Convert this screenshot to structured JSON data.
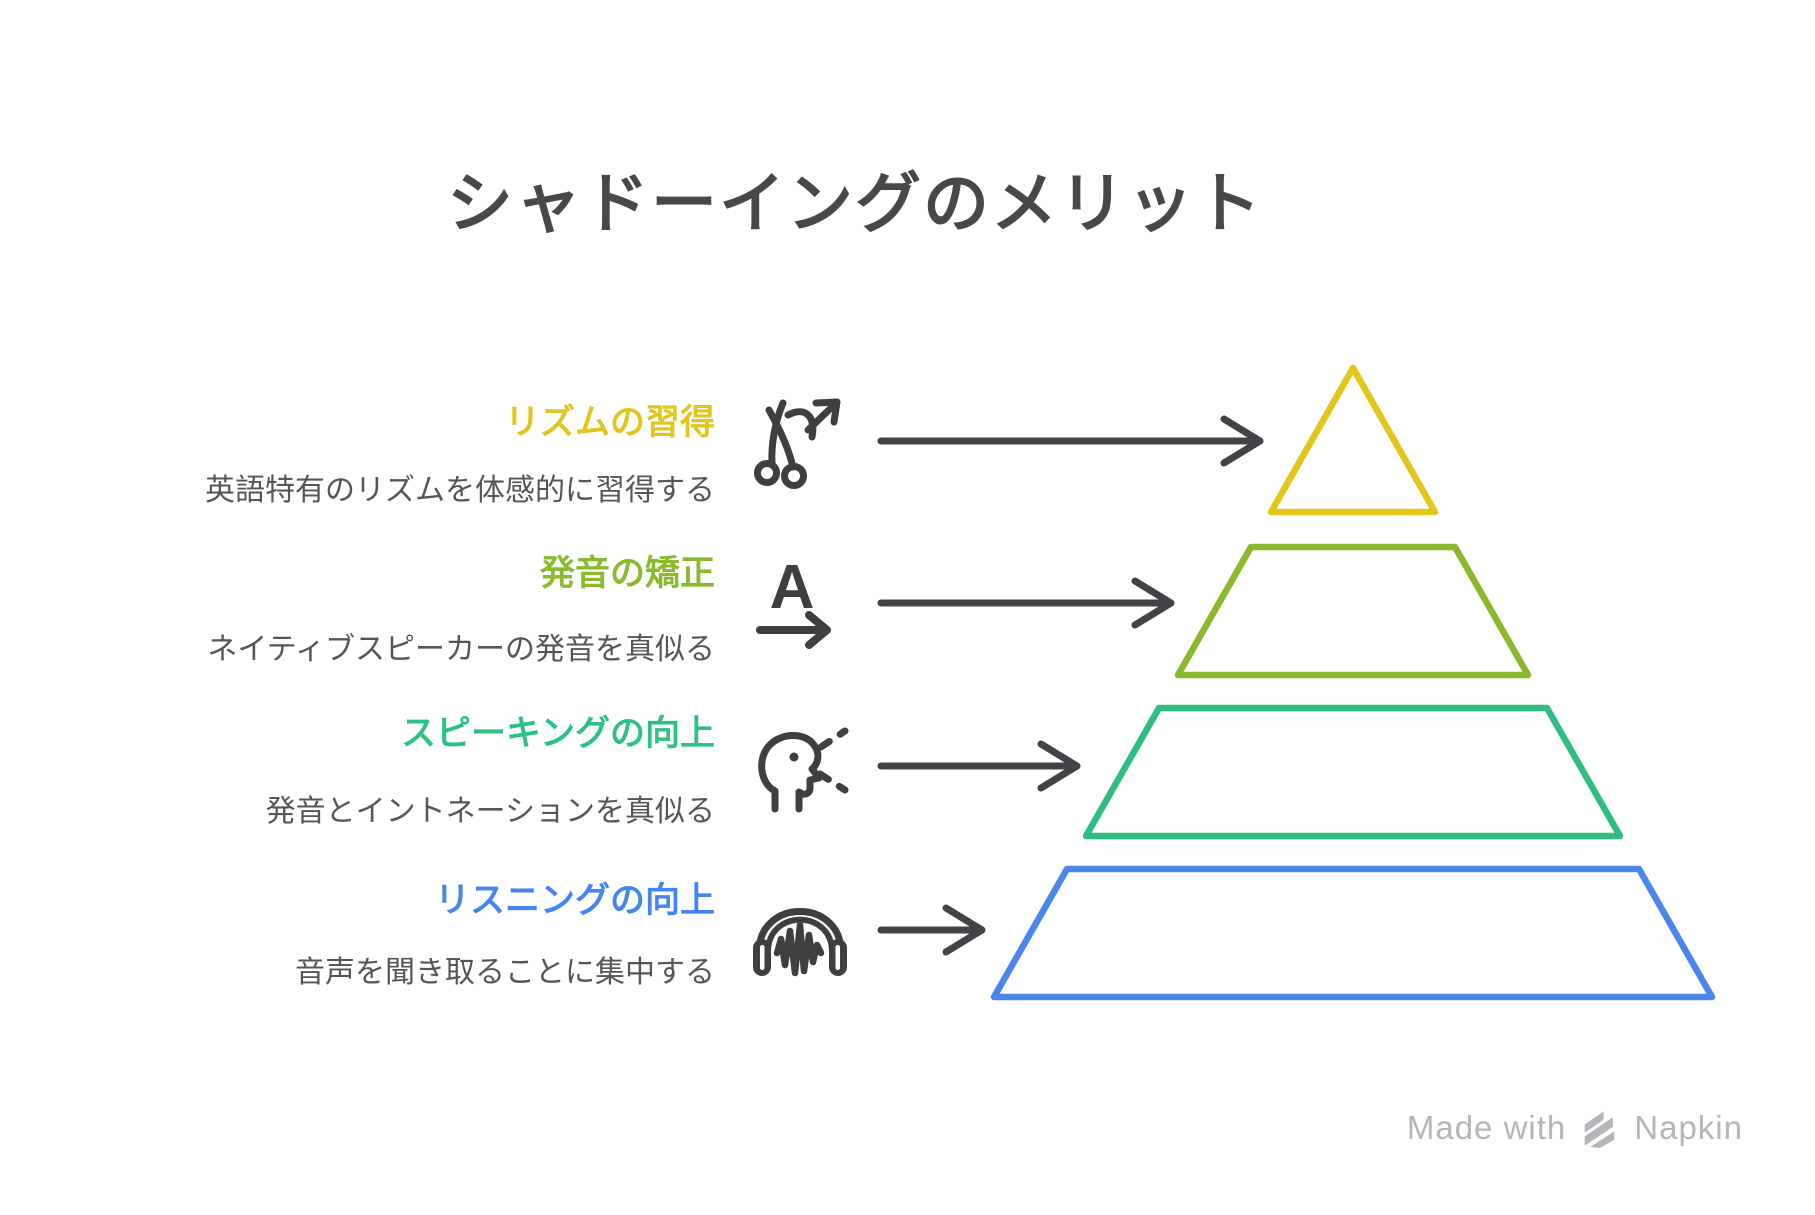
{
  "title": {
    "text": "シャドーイングのメリット",
    "color": "#48484b"
  },
  "rows": [
    {
      "label": "リズムの習得",
      "description": "英語特有のリズムを体感的に習得する",
      "label_color": "#e2c51e",
      "icon": "scissors-branch-arrow-icon"
    },
    {
      "label": "発音の矯正",
      "description": "ネイティブスピーカーの発音を真似る",
      "label_color": "#8cba2e",
      "icon": "letter-a-arrow-icon",
      "icon_letter": "A"
    },
    {
      "label": "スピーキングの向上",
      "description": "発音とイントネーションを真似る",
      "label_color": "#2ec184",
      "icon": "speaking-head-icon"
    },
    {
      "label": "リスニングの向上",
      "description": "音声を聞き取ることに集中する",
      "label_color": "#4486f0",
      "icon": "headphones-waveform-icon"
    }
  ],
  "pyramid": {
    "levels": [
      {
        "name": "top-level",
        "color": "#e3c51c"
      },
      {
        "name": "second-level",
        "color": "#8cb82e"
      },
      {
        "name": "third-level",
        "color": "#31bd82"
      },
      {
        "name": "bottom-level",
        "color": "#4a86eb"
      }
    ]
  },
  "colors": {
    "icon": "#3f3f42",
    "arrow": "#434347",
    "description": "#55555a"
  },
  "footer": {
    "made_with": "Made with",
    "brand": "Napkin",
    "color": "#b5b5ba"
  }
}
